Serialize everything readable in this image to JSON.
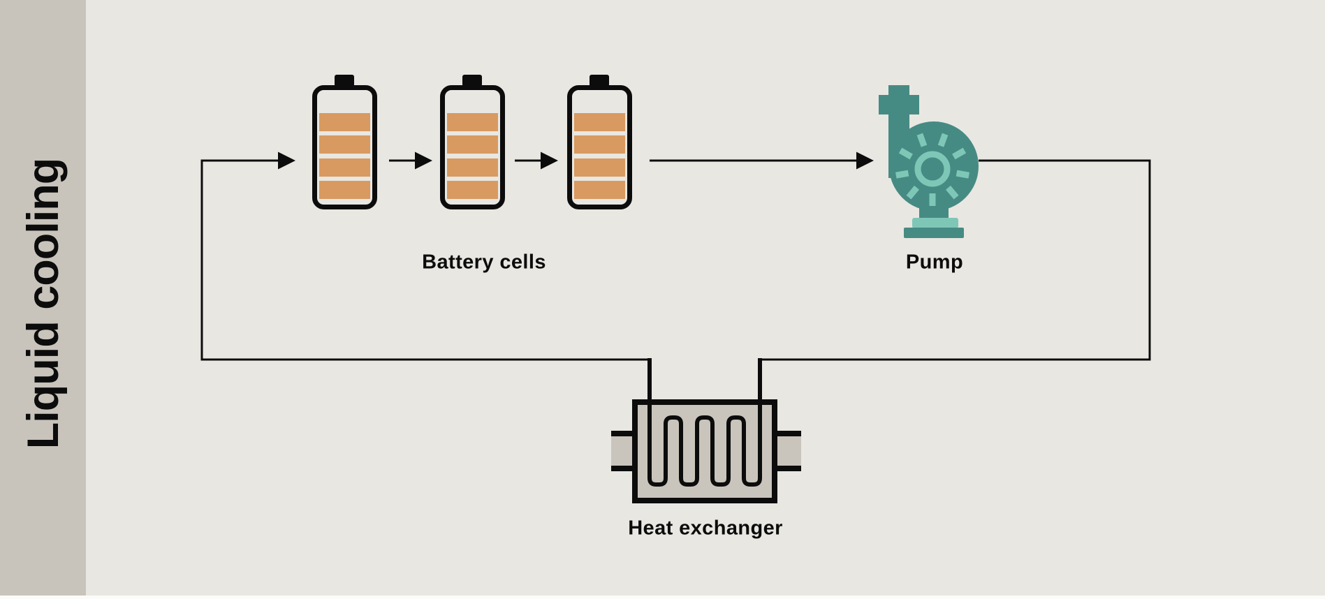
{
  "sidebar": {
    "title": "Liquid cooling"
  },
  "diagram": {
    "nodes": [
      {
        "id": "battery-cells",
        "label": "Battery cells",
        "icon": "battery-icon",
        "cell_count": 3,
        "charge_bars_per_cell": 4
      },
      {
        "id": "pump",
        "label": "Pump",
        "icon": "pump-icon"
      },
      {
        "id": "heat-exchanger",
        "label": "Heat exchanger",
        "icon": "heat-exchanger-icon"
      }
    ],
    "connections": [
      {
        "from": "heat-exchanger",
        "to": "battery-cell-1",
        "arrow": true
      },
      {
        "from": "battery-cell-1",
        "to": "battery-cell-2",
        "arrow": true
      },
      {
        "from": "battery-cell-2",
        "to": "battery-cell-3",
        "arrow": true
      },
      {
        "from": "battery-cell-3",
        "to": "pump",
        "arrow": true
      },
      {
        "from": "pump",
        "to": "heat-exchanger",
        "arrow": false
      }
    ],
    "topology": "closed loop coolant circuit"
  },
  "colors": {
    "background": "#e9e7e2",
    "sidebar": "#c8c4bc",
    "ink": "#0c0c0c",
    "battery_orange": "#d89a60",
    "pump_dark": "#468b83",
    "pump_light": "#7ec7b7",
    "exchanger_gray": "#cac5bc",
    "footer": "#fbfbfa"
  }
}
